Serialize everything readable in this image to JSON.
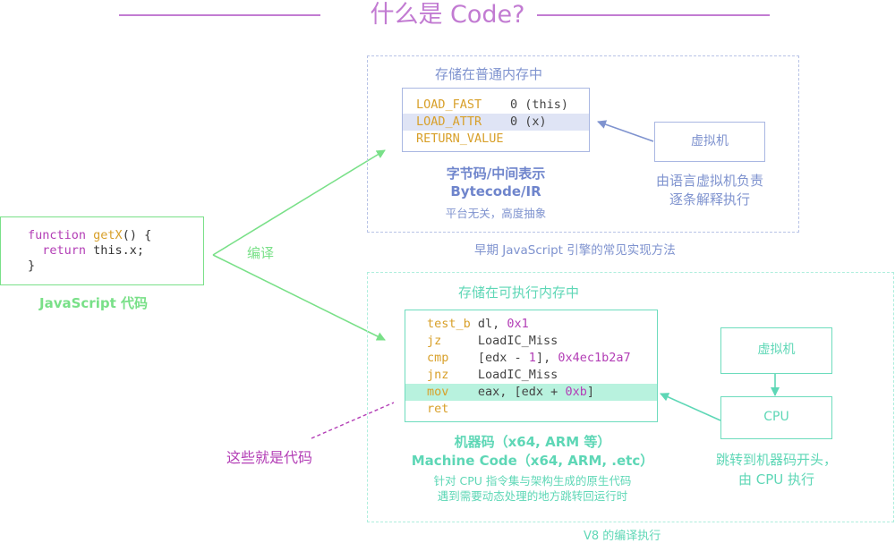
{
  "title": "什么是 Code?",
  "js": {
    "code_lines": [
      {
        "kw": "function",
        "fn": "getX",
        "rest": "() {"
      },
      {
        "kw": "  return",
        "fn": "",
        "rest": " this.x;"
      },
      {
        "kw": "",
        "fn": "",
        "rest": "}"
      }
    ],
    "label": "JavaScript 代码"
  },
  "compile_label": "编译",
  "bytecode_region": {
    "store_label": "存储在普通内存中",
    "lines": [
      {
        "op": "LOAD_FAST",
        "arg": "0 (this)",
        "highlight": false
      },
      {
        "op": "LOAD_ATTR",
        "arg": "0 (x)",
        "highlight": true
      },
      {
        "op": "RETURN_VALUE",
        "arg": "",
        "highlight": false
      }
    ],
    "title1": "字节码/中间表示",
    "title2": "Bytecode/IR",
    "note": "平台无关，高度抽象",
    "vm_label": "虚拟机",
    "vm_note1": "由语言虚拟机负责",
    "vm_note2": "逐条解释执行",
    "caption": "早期 JavaScript 引擎的常见实现方法"
  },
  "machine_region": {
    "store_label": "存储在可执行内存中",
    "lines": [
      {
        "op": "test_b",
        "a1": " dl, ",
        "n1": "0x1",
        "a2": "",
        "n2": "",
        "a3": "",
        "highlight": false
      },
      {
        "op": "jz",
        "a1": "     LoadIC_Miss",
        "n1": "",
        "a2": "",
        "n2": "",
        "a3": "",
        "highlight": false
      },
      {
        "op": "cmp",
        "a1": "    [edx - ",
        "n1": "1",
        "a2": "], ",
        "n2": "0x4ec1b2a7",
        "a3": "",
        "highlight": false
      },
      {
        "op": "jnz",
        "a1": "    LoadIC_Miss",
        "n1": "",
        "a2": "",
        "n2": "",
        "a3": "",
        "highlight": false
      },
      {
        "op": "mov",
        "a1": "    eax, [edx + ",
        "n1": "0xb",
        "a2": "]",
        "n2": "",
        "a3": "",
        "highlight": true
      },
      {
        "op": "ret",
        "a1": "",
        "n1": "",
        "a2": "",
        "n2": "",
        "a3": "",
        "highlight": false
      }
    ],
    "title1": "机器码（x64, ARM 等）",
    "title2": "Machine Code（x64, ARM, .etc）",
    "note1": "针对 CPU 指令集与架构生成的原生代码",
    "note2": "遇到需要动态处理的地方跳转回运行时",
    "vm_label": "虚拟机",
    "cpu_label": "CPU",
    "cpu_note1": "跳转到机器码开头，",
    "cpu_note2": "由 CPU 执行",
    "caption": "V8 的编译执行"
  },
  "this_is_code": "这些就是代码",
  "colors": {
    "title": "#c27bd2",
    "light_green": "#79e088",
    "teal": "#5ed7b6",
    "blue": "#7f93cf",
    "purple": "#b33eb6",
    "orange": "#d8a02a"
  }
}
